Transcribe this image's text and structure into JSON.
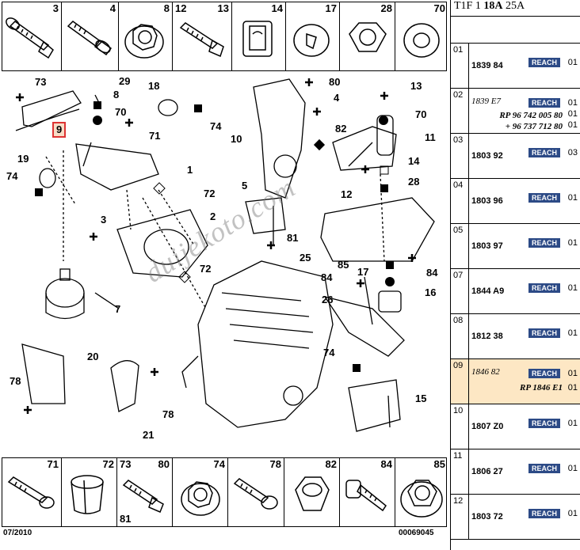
{
  "strip_top": {
    "numbers": [
      "3",
      "4",
      "8",
      "12",
      "13",
      "14",
      "17",
      "28",
      "70"
    ]
  },
  "strip_bottom": {
    "numbers": [
      "71",
      "72",
      "73",
      "80",
      "74",
      "78",
      "82",
      "84",
      "85"
    ],
    "extra": "81"
  },
  "footer": {
    "date": "07/2010",
    "code": "00069045"
  },
  "watermark": "duijekoto.com",
  "callouts": {
    "c73": "73",
    "c9": "9",
    "c19": "19",
    "c74a": "74",
    "c29": "29",
    "c8": "8",
    "c70a": "70",
    "c18": "18",
    "c74b": "74",
    "c71": "71",
    "c1": "1",
    "c72a": "72",
    "c3": "3",
    "c2": "2",
    "c72b": "72",
    "c7": "7",
    "c20": "20",
    "c78a": "78",
    "c21": "21",
    "c78b": "78",
    "c80": "80",
    "c4": "4",
    "c10": "10",
    "c82": "82",
    "c11": "11",
    "c13": "13",
    "c70b": "70",
    "c14": "14",
    "c28": "28",
    "c12": "12",
    "c5": "5",
    "c81": "81",
    "c25": "25",
    "c85": "85",
    "c17": "17",
    "c84a": "84",
    "c84b": "84",
    "c16": "16",
    "c26": "26",
    "c74c": "74",
    "c15": "15"
  },
  "panel": {
    "header_pre": "T1F 1 ",
    "header_bold": "18A",
    "header_post": " 25A",
    "badge": "REACH",
    "rows": [
      {
        "idx": "01",
        "ref": "1839 84",
        "qty": "01"
      },
      {
        "idx": "02",
        "ref": "1839 E7",
        "qty": "01",
        "italic": true,
        "sub1": "RP 96 742 005 80",
        "sub1q": "01",
        "sub2": "+ 96 737 712 80",
        "sub2q": "01"
      },
      {
        "idx": "03",
        "ref": "1803 92",
        "qty": "03"
      },
      {
        "idx": "04",
        "ref": "1803 96",
        "qty": "01"
      },
      {
        "idx": "05",
        "ref": "1803 97",
        "qty": "01"
      },
      {
        "idx": "07",
        "ref": "1844 A9",
        "qty": "01"
      },
      {
        "idx": "08",
        "ref": "1812 38",
        "qty": "01"
      },
      {
        "idx": "09",
        "ref": "1846 82",
        "qty": "01",
        "italic": true,
        "sub1": "RP 1846 E1",
        "sub1q": "01",
        "highlight": true
      },
      {
        "idx": "10",
        "ref": "1807 Z0",
        "qty": "01"
      },
      {
        "idx": "11",
        "ref": "1806 27",
        "qty": "01"
      },
      {
        "idx": "12",
        "ref": "1803 72",
        "qty": "01"
      }
    ]
  }
}
